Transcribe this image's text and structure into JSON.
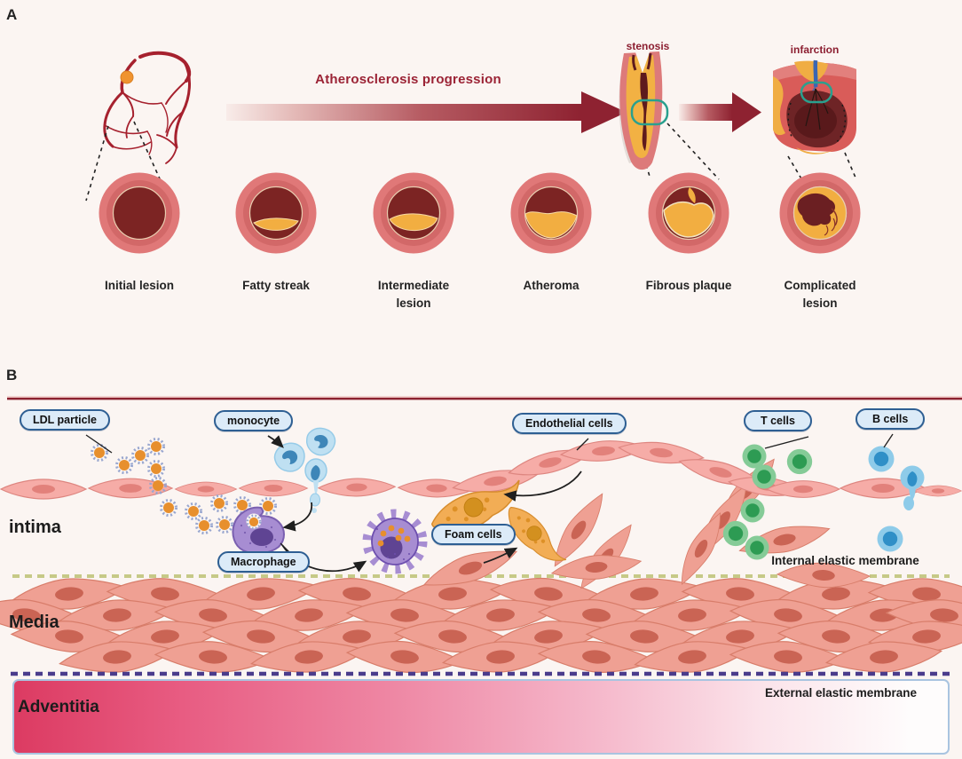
{
  "panel_a": {
    "label": "A",
    "progression_title": "Atherosclerosis progression",
    "stenosis_label": "stenosis",
    "infarction_label": "infarction",
    "stages": [
      {
        "label": "Initial lesion"
      },
      {
        "label": "Fatty streak"
      },
      {
        "label": "Intermediate lesion"
      },
      {
        "label": "Atheroma"
      },
      {
        "label": "Fibrous plaque"
      },
      {
        "label": "Complicated lesion"
      }
    ]
  },
  "panel_b": {
    "label": "B",
    "pills": {
      "ldl": "LDL particle",
      "monocyte": "monocyte",
      "endothelial": "Endothelial cells",
      "t_cells": "T cells",
      "b_cells": "B cells",
      "macrophage": "Macrophage",
      "foam_cells": "Foam cells"
    },
    "layers": {
      "intima": "intima",
      "media": "Media",
      "adventitia": "Adventitia"
    },
    "membranes": {
      "internal": "Internal elastic membrane",
      "external": "External elastic membrane"
    }
  },
  "colors": {
    "background": "#fbf5f2",
    "dark_red_text": "#9b2335",
    "arrow_deep_red": "#8e2231",
    "teal_highlight": "#2aa08e",
    "plaque_yellow": "#f2ae41",
    "vessel_wall_pink": "#e07878",
    "lumen_maroon": "#7c2423",
    "pill_fill": "#dcebf8",
    "pill_border": "#2e5f93",
    "internal_membrane_olive": "#c6c987",
    "external_membrane_purple": "#4a3c8c",
    "adventitia_pink": "#dc3b62"
  }
}
